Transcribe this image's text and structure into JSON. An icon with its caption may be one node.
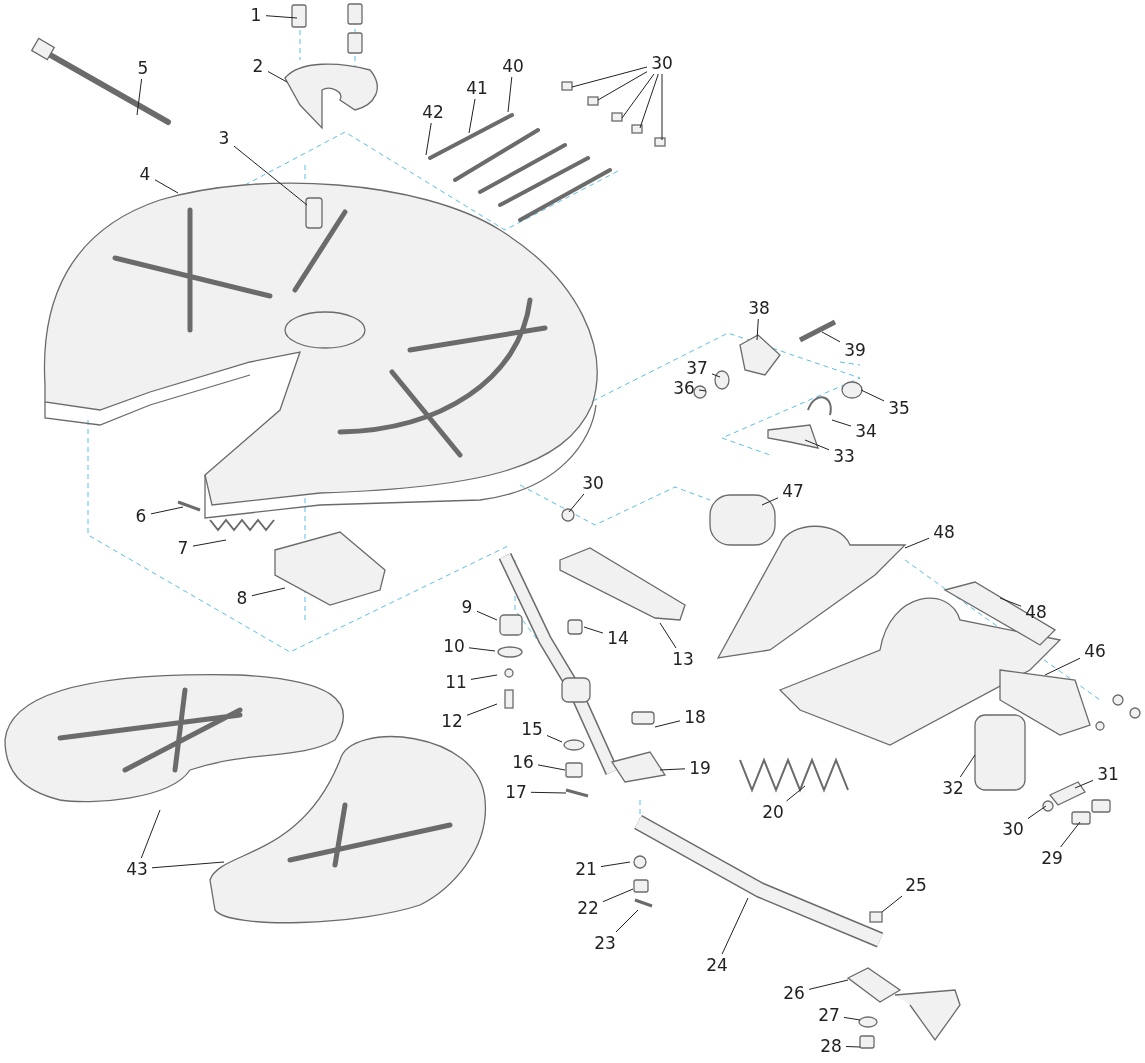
{
  "diagram": {
    "nodes": [
      {
        "text": [
          "1"
        ]
      },
      {
        "text": [
          "2"
        ]
      },
      {
        "text": [
          "3"
        ]
      },
      {
        "text": [
          "4"
        ]
      },
      {
        "text": [
          "5"
        ]
      },
      {
        "text": [
          "6"
        ]
      },
      {
        "text": [
          "7"
        ]
      },
      {
        "text": [
          "8"
        ]
      },
      {
        "text": [
          "9"
        ]
      },
      {
        "text": [
          "10"
        ]
      },
      {
        "text": [
          "11"
        ]
      },
      {
        "text": [
          "12"
        ]
      },
      {
        "text": [
          "13"
        ]
      },
      {
        "text": [
          "14"
        ]
      },
      {
        "text": [
          "15"
        ]
      },
      {
        "text": [
          "16"
        ]
      },
      {
        "text": [
          "17"
        ]
      },
      {
        "text": [
          "18"
        ]
      },
      {
        "text": [
          "19"
        ]
      },
      {
        "text": [
          "20"
        ]
      },
      {
        "text": [
          "21"
        ]
      },
      {
        "text": [
          "22"
        ]
      },
      {
        "text": [
          "23"
        ]
      },
      {
        "text": [
          "24"
        ]
      },
      {
        "text": [
          "25"
        ]
      },
      {
        "text": [
          "26"
        ]
      },
      {
        "text": [
          "27"
        ]
      },
      {
        "text": [
          "28"
        ]
      },
      {
        "text": [
          "29"
        ]
      },
      {
        "text": [
          "30"
        ]
      },
      {
        "text": [
          "31"
        ]
      },
      {
        "text": [
          "32"
        ]
      },
      {
        "text": [
          "33"
        ]
      },
      {
        "text": [
          "34"
        ]
      },
      {
        "text": [
          "35"
        ]
      },
      {
        "text": [
          "36"
        ]
      },
      {
        "text": [
          "37"
        ]
      },
      {
        "text": [
          "38"
        ]
      },
      {
        "text": [
          "39"
        ]
      },
      {
        "text": [
          "40"
        ]
      },
      {
        "text": [
          "41"
        ]
      },
      {
        "text": [
          "42"
        ]
      },
      {
        "text": [
          "43"
        ]
      },
      {
        "text": [
          "30"
        ]
      },
      {
        "text": [
          "30"
        ]
      },
      {
        "text": [
          "46"
        ]
      },
      {
        "text": [
          "47"
        ]
      },
      {
        "text": [
          "48"
        ]
      },
      {
        "text": [
          "48"
        ]
      }
    ],
    "edges": [
      {
        "from": 0,
        "to": null,
        "arrow": "none"
      },
      {
        "from": 1,
        "to": null,
        "arrow": "none"
      },
      {
        "from": 2,
        "to": null,
        "arrow": "none"
      },
      {
        "from": 3,
        "to": null,
        "arrow": "none"
      },
      {
        "from": 4,
        "to": null,
        "arrow": "none"
      },
      {
        "from": 5,
        "to": null,
        "arrow": "none"
      },
      {
        "from": 6,
        "to": null,
        "arrow": "none"
      },
      {
        "from": 7,
        "to": null,
        "arrow": "none"
      },
      {
        "from": 8,
        "to": null,
        "arrow": "none"
      },
      {
        "from": 9,
        "to": null,
        "arrow": "none"
      },
      {
        "from": 10,
        "to": null,
        "arrow": "none"
      },
      {
        "from": 11,
        "to": null,
        "arrow": "none"
      },
      {
        "from": 12,
        "to": null,
        "arrow": "none"
      },
      {
        "from": 13,
        "to": null,
        "arrow": "none"
      },
      {
        "from": 14,
        "to": null,
        "arrow": "none"
      },
      {
        "from": 15,
        "to": null,
        "arrow": "none"
      },
      {
        "from": 16,
        "to": null,
        "arrow": "none"
      },
      {
        "from": 17,
        "to": null,
        "arrow": "none"
      },
      {
        "from": 18,
        "to": null,
        "arrow": "none"
      },
      {
        "from": 19,
        "to": null,
        "arrow": "none"
      },
      {
        "from": 20,
        "to": null,
        "arrow": "none"
      },
      {
        "from": 21,
        "to": null,
        "arrow": "none"
      },
      {
        "from": 22,
        "to": null,
        "arrow": "none"
      },
      {
        "from": 23,
        "to": null,
        "arrow": "none"
      },
      {
        "from": 24,
        "to": null,
        "arrow": "none"
      },
      {
        "from": 25,
        "to": null,
        "arrow": "none"
      },
      {
        "from": 26,
        "to": null,
        "arrow": "none"
      },
      {
        "from": 27,
        "to": null,
        "arrow": "none"
      },
      {
        "from": 28,
        "to": null,
        "arrow": "none"
      },
      {
        "from": 29,
        "to": null,
        "arrow": "none"
      },
      {
        "from": 30,
        "to": null,
        "arrow": "none"
      },
      {
        "from": 31,
        "to": null,
        "arrow": "none"
      },
      {
        "from": 32,
        "to": null,
        "arrow": "none"
      },
      {
        "from": 33,
        "to": null,
        "arrow": "none"
      },
      {
        "from": 34,
        "to": null,
        "arrow": "none"
      },
      {
        "from": 35,
        "to": null,
        "arrow": "none"
      },
      {
        "from": 36,
        "to": null,
        "arrow": "none"
      },
      {
        "from": 37,
        "to": null,
        "arrow": "none"
      },
      {
        "from": 38,
        "to": null,
        "arrow": "none"
      },
      {
        "from": 39,
        "to": null,
        "arrow": "none"
      },
      {
        "from": 40,
        "to": null,
        "arrow": "none"
      },
      {
        "from": 41,
        "to": null,
        "arrow": "none"
      },
      {
        "from": 42,
        "to": null,
        "arrow": "none"
      },
      {
        "from": 42,
        "to": null,
        "arrow": "none"
      },
      {
        "from": 43,
        "to": null,
        "arrow": "none"
      },
      {
        "from": 43,
        "to": null,
        "arrow": "none"
      },
      {
        "from": 43,
        "to": null,
        "arrow": "none"
      },
      {
        "from": 43,
        "to": null,
        "arrow": "none"
      },
      {
        "from": 43,
        "to": null,
        "arrow": "none"
      },
      {
        "from": 44,
        "to": null,
        "arrow": "none"
      },
      {
        "from": 45,
        "to": null,
        "arrow": "none"
      },
      {
        "from": 46,
        "to": null,
        "arrow": "none"
      },
      {
        "from": 47,
        "to": null,
        "arrow": "none"
      },
      {
        "from": 48,
        "to": null,
        "arrow": "none"
      }
    ]
  }
}
